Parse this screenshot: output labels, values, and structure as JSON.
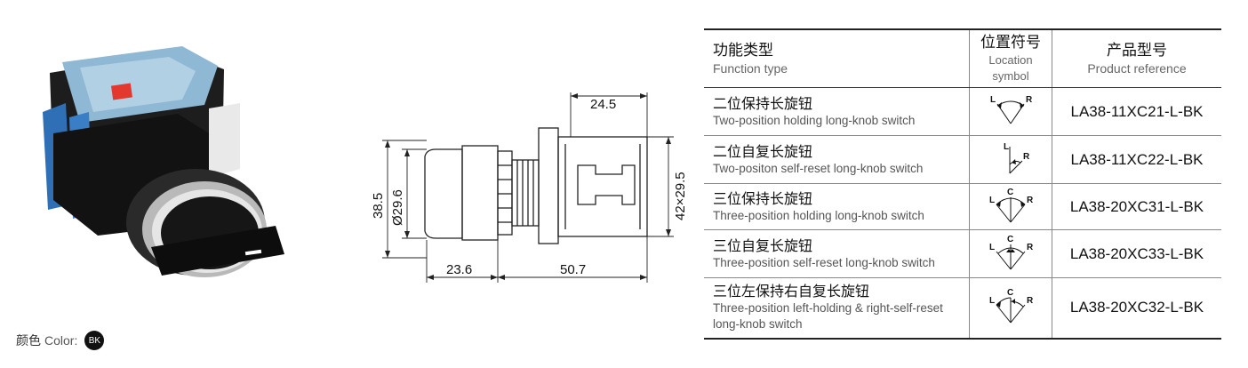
{
  "color_label": {
    "zh": "颜色",
    "en": "Color:",
    "chip": "BK"
  },
  "dimensions": {
    "top": "24.5",
    "left_outer": "38.5",
    "left_inner": "Ø29.6",
    "right": "42×29.5",
    "bottom_left": "23.6",
    "bottom_right": "50.7"
  },
  "table": {
    "header": {
      "function_zh": "功能类型",
      "function_en": "Function type",
      "location_zh": "位置符号",
      "location_en": "Location symbol",
      "product_zh": "产品型号",
      "product_en": "Product reference"
    },
    "rows": [
      {
        "zh": "二位保持长旋钮",
        "en": "Two-position holding long-knob switch",
        "symbol": "two-position-holding-symbol-icon",
        "ref": "LA38-11XC21-L-BK"
      },
      {
        "zh": "二位自复长旋钮",
        "en": "Two-positon self-reset long-knob switch",
        "symbol": "two-position-self-reset-symbol-icon",
        "ref": "LA38-11XC22-L-BK"
      },
      {
        "zh": "三位保持长旋钮",
        "en": "Three-position holding long-knob switch",
        "symbol": "three-position-holding-symbol-icon",
        "ref": "LA38-20XC31-L-BK"
      },
      {
        "zh": "三位自复长旋钮",
        "en": "Three-position self-reset long-knob switch",
        "symbol": "three-position-self-reset-symbol-icon",
        "ref": "LA38-20XC33-L-BK"
      },
      {
        "zh": "三位左保持右自复长旋钮",
        "en": "Three-position left-holding & right-self-reset long-knob switch",
        "symbol": "three-position-left-holding-right-self-reset-symbol-icon",
        "ref": "LA38-20XC32-L-BK"
      }
    ],
    "symbol_letters": {
      "l": "L",
      "r": "R",
      "c": "C"
    }
  }
}
